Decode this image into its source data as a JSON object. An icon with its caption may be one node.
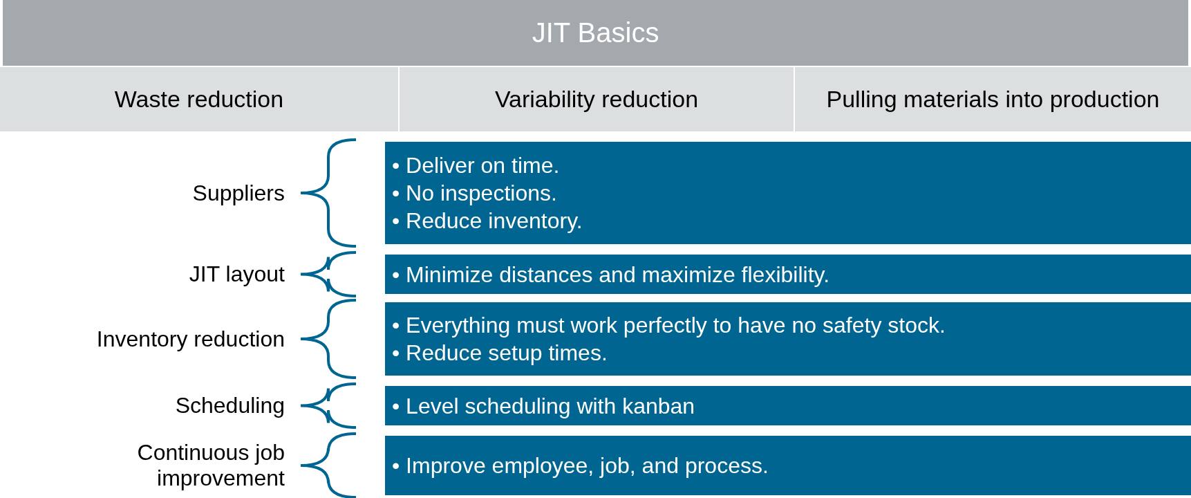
{
  "diagram": {
    "title": "JIT Basics",
    "nodes": [
      {
        "text": [
          "Waste reduction"
        ]
      },
      {
        "text": [
          "Variability reduction"
        ]
      },
      {
        "text": [
          "Pulling materials into production"
        ]
      },
      {
        "text": [
          "• Deliver on time.",
          "• No inspections.",
          "• Reduce inventory."
        ]
      },
      {
        "text": [
          "• Minimize distances and maximize flexibility."
        ]
      },
      {
        "text": [
          "• Everything must work perfectly to have no safety stock.",
          "• Reduce setup times."
        ]
      },
      {
        "text": [
          "• Level scheduling with kanban"
        ]
      },
      {
        "text": [
          "• Improve employee, job, and process."
        ]
      }
    ],
    "labels": [
      "Suppliers",
      "JIT layout",
      "Inventory reduction",
      "Scheduling",
      "Continuous job improvement"
    ]
  }
}
